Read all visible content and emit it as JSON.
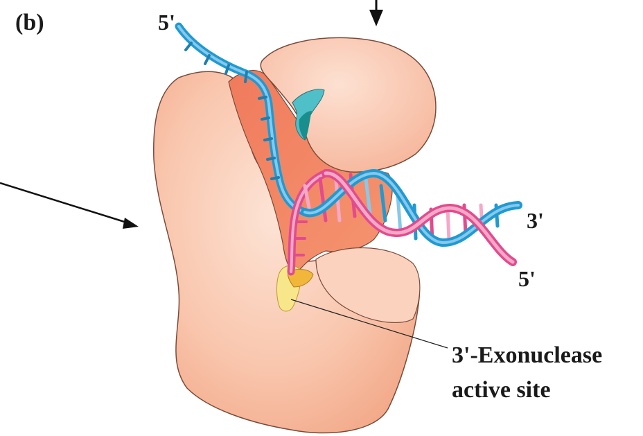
{
  "figure": {
    "panel_label": "(b)"
  },
  "strand_labels": {
    "template_5_prime": "5'",
    "primer_3_prime": "3'",
    "template_5_prime_right": "5'"
  },
  "callout": {
    "line1": "3'-Exonuclease",
    "line2": "active site"
  },
  "colors": {
    "protein_light": "#f9c6ad",
    "protein_dark": "#f0866a",
    "template_strand": "#1f9ad2",
    "template_light": "#88c8ea",
    "primer_strand": "#e24b8e",
    "primer_light": "#f4a9c8",
    "active_site": "#f7e07a",
    "teal_domain": "#4fbfc8",
    "arrow": "#111111"
  }
}
